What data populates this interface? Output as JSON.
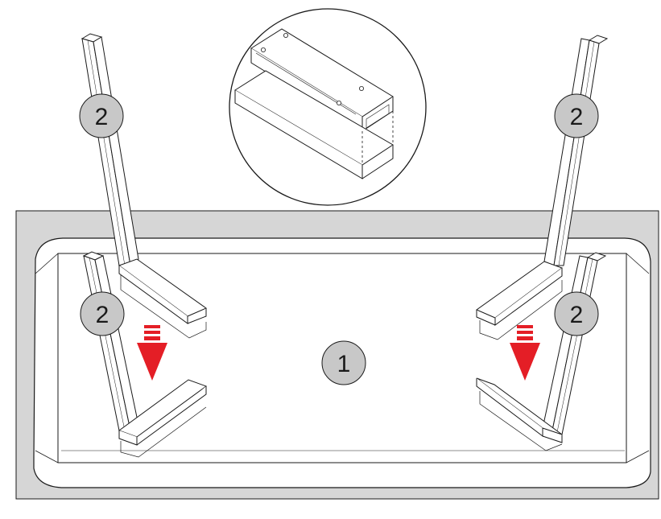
{
  "diagram": {
    "kind": "assembly-instruction",
    "step_callouts": [
      {
        "id": "tabletop",
        "label": "1"
      },
      {
        "id": "leg-top-left",
        "label": "2"
      },
      {
        "id": "leg-top-right",
        "label": "2"
      },
      {
        "id": "leg-mid-left",
        "label": "2"
      },
      {
        "id": "leg-mid-right",
        "label": "2"
      }
    ],
    "detail_view": {
      "shape": "circle",
      "subject": "bracket-sleeve-detail"
    },
    "arrows": [
      {
        "id": "arrow-left",
        "direction": "down"
      },
      {
        "id": "arrow-right",
        "direction": "down"
      }
    ]
  },
  "colors": {
    "background": "#ffffff",
    "surface": "#d6d6d6",
    "outline": "#1a1a1a",
    "callout_fill": "#c8c8c8",
    "arrow": "#e41e26"
  }
}
